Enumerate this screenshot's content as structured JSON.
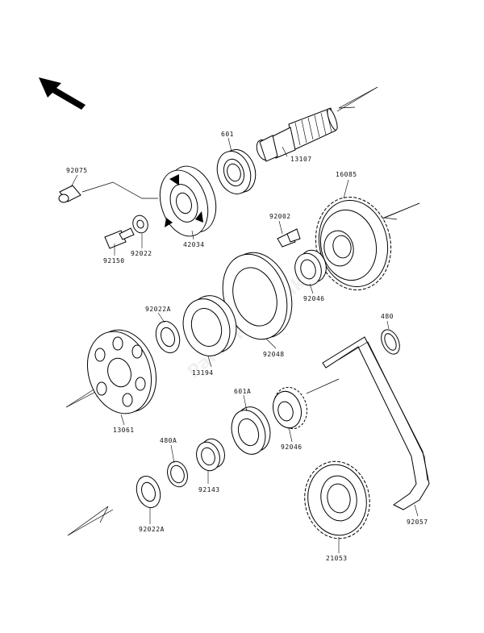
{
  "watermark": "Parts-Republik",
  "parts": {
    "p601": "601",
    "p13107": "13107",
    "p92075": "92075",
    "p42034": "42034",
    "p16085": "16085",
    "p92002": "92002",
    "p92150": "92150",
    "p92022": "92022",
    "p92046a": "92046",
    "p92022A_top": "92022A",
    "p92048": "92048",
    "p480": "480",
    "p13194": "13194",
    "p601A": "601A",
    "p13061": "13061",
    "p92046b": "92046",
    "p480A": "480A",
    "p92143": "92143",
    "p92022A_bot": "92022A",
    "p92057": "92057",
    "p21053": "21053"
  }
}
